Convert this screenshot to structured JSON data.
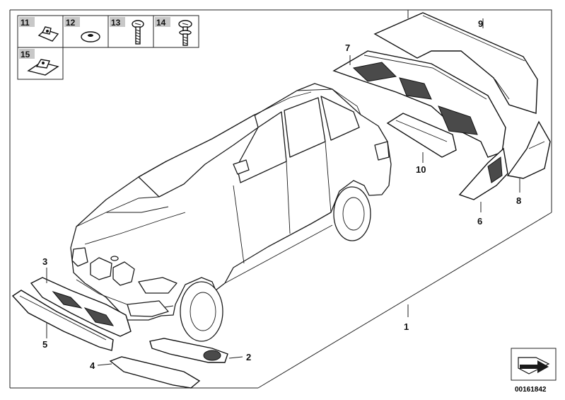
{
  "diagram": {
    "callouts": {
      "c1": "1",
      "c2": "2",
      "c3": "3",
      "c4": "4",
      "c5": "5",
      "c6": "6",
      "c7": "7",
      "c8": "8",
      "c9": "9",
      "c10": "10"
    },
    "fasteners": {
      "f11": "11",
      "f12": "12",
      "f13": "13",
      "f14": "14",
      "f15": "15"
    },
    "catalog_code": "00161842",
    "icons": {
      "arrow": "catalog-arrow-icon"
    }
  }
}
